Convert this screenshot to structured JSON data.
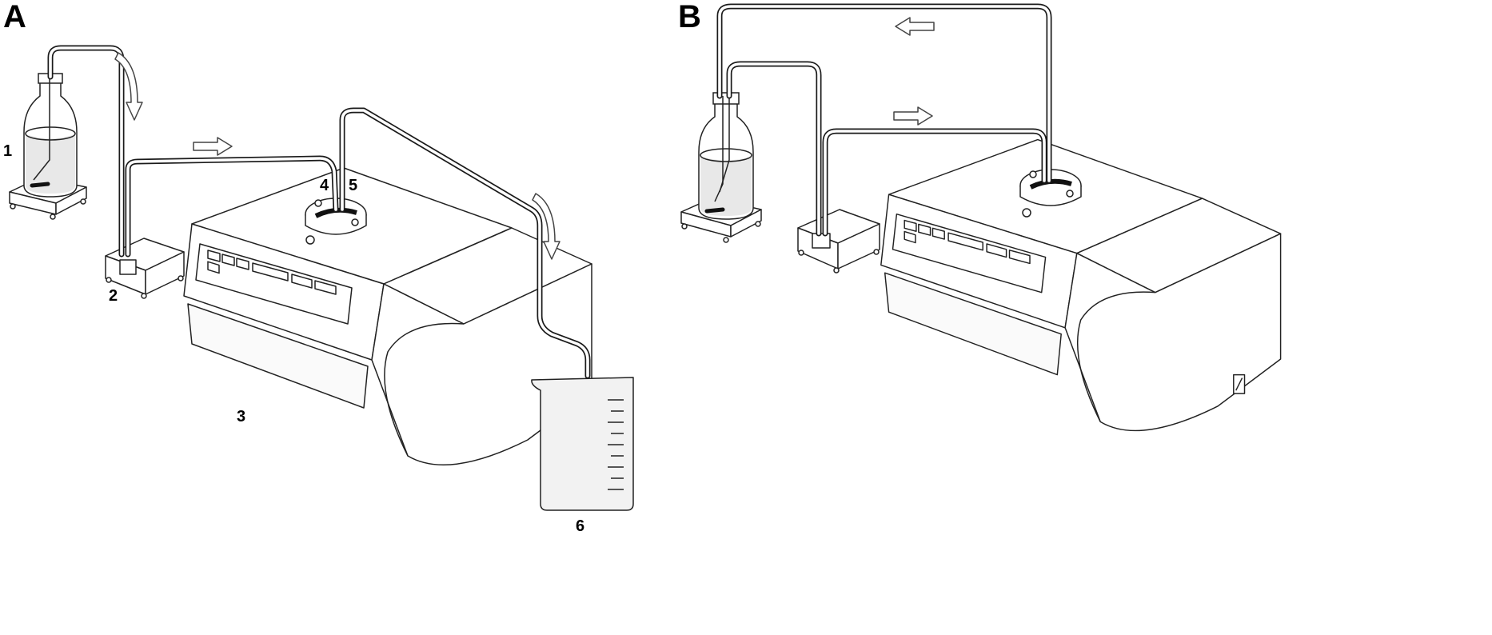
{
  "panels": [
    {
      "id": "A",
      "label": "A"
    },
    {
      "id": "B",
      "label": "B"
    }
  ],
  "components": [
    {
      "number": "1"
    },
    {
      "number": "2"
    },
    {
      "number": "3"
    },
    {
      "number": "4"
    },
    {
      "number": "5"
    },
    {
      "number": "6"
    }
  ],
  "colors": {
    "outline": "#222222",
    "tube": "#1a1a1a",
    "liquid": "#d9d9d9",
    "background": "#ffffff"
  },
  "icons": [
    "reservoir-bottle-icon",
    "balance-scale-icon",
    "peristaltic-pump-icon",
    "centrifuge-icon",
    "rotor-icon",
    "measuring-beaker-icon",
    "flow-arrow-icon"
  ]
}
